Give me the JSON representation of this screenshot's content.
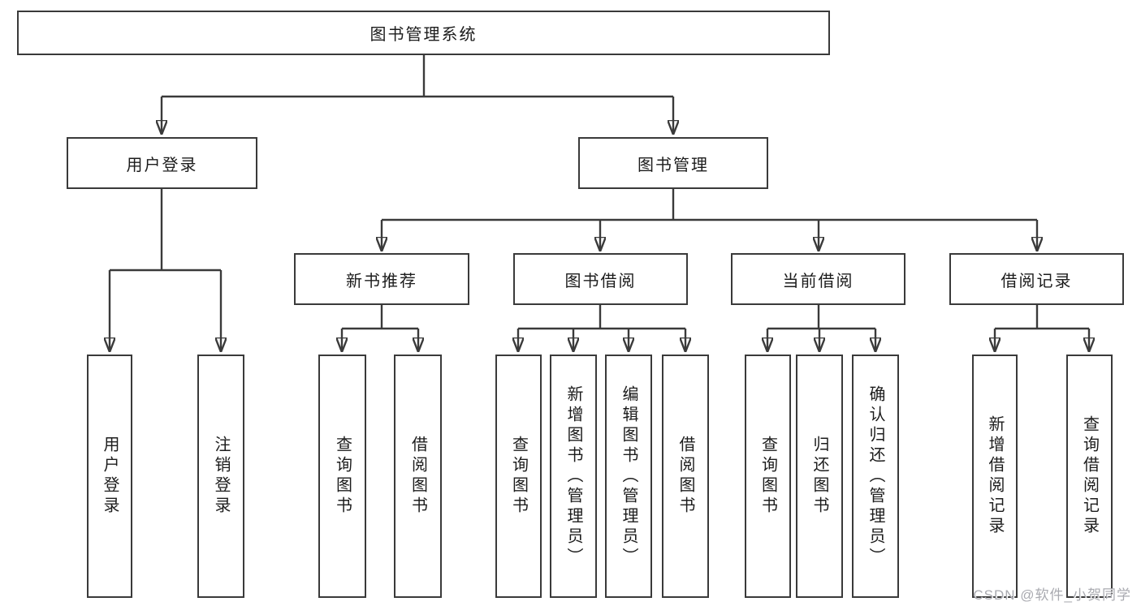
{
  "diagram": {
    "root_label": "图书管理系统",
    "branches": [
      {
        "label": "用户登录",
        "children": [
          {
            "label": "用户登录"
          },
          {
            "label": "注销登录"
          }
        ]
      },
      {
        "label": "图书管理",
        "children": [
          {
            "label": "新书推荐",
            "children": [
              {
                "label": "查询图书"
              },
              {
                "label": "借阅图书"
              }
            ]
          },
          {
            "label": "图书借阅",
            "children": [
              {
                "label": "查询图书"
              },
              {
                "label": "新增图书（管理员）"
              },
              {
                "label": "编辑图书（管理员）"
              },
              {
                "label": "借阅图书"
              }
            ]
          },
          {
            "label": "当前借阅",
            "children": [
              {
                "label": "查询图书"
              },
              {
                "label": "归还图书"
              },
              {
                "label": "确认归还（管理员）"
              }
            ]
          },
          {
            "label": "借阅记录",
            "children": [
              {
                "label": "新增借阅记录"
              },
              {
                "label": "查询借阅记录"
              }
            ]
          }
        ]
      }
    ],
    "watermark": "CSDN @软件_小贺同学"
  },
  "colors": {
    "line": "#3a3a3a",
    "box_border": "#3a3a3a",
    "text": "#1c1c1c",
    "watermark": "#a9aab0",
    "background": "#ffffff"
  }
}
